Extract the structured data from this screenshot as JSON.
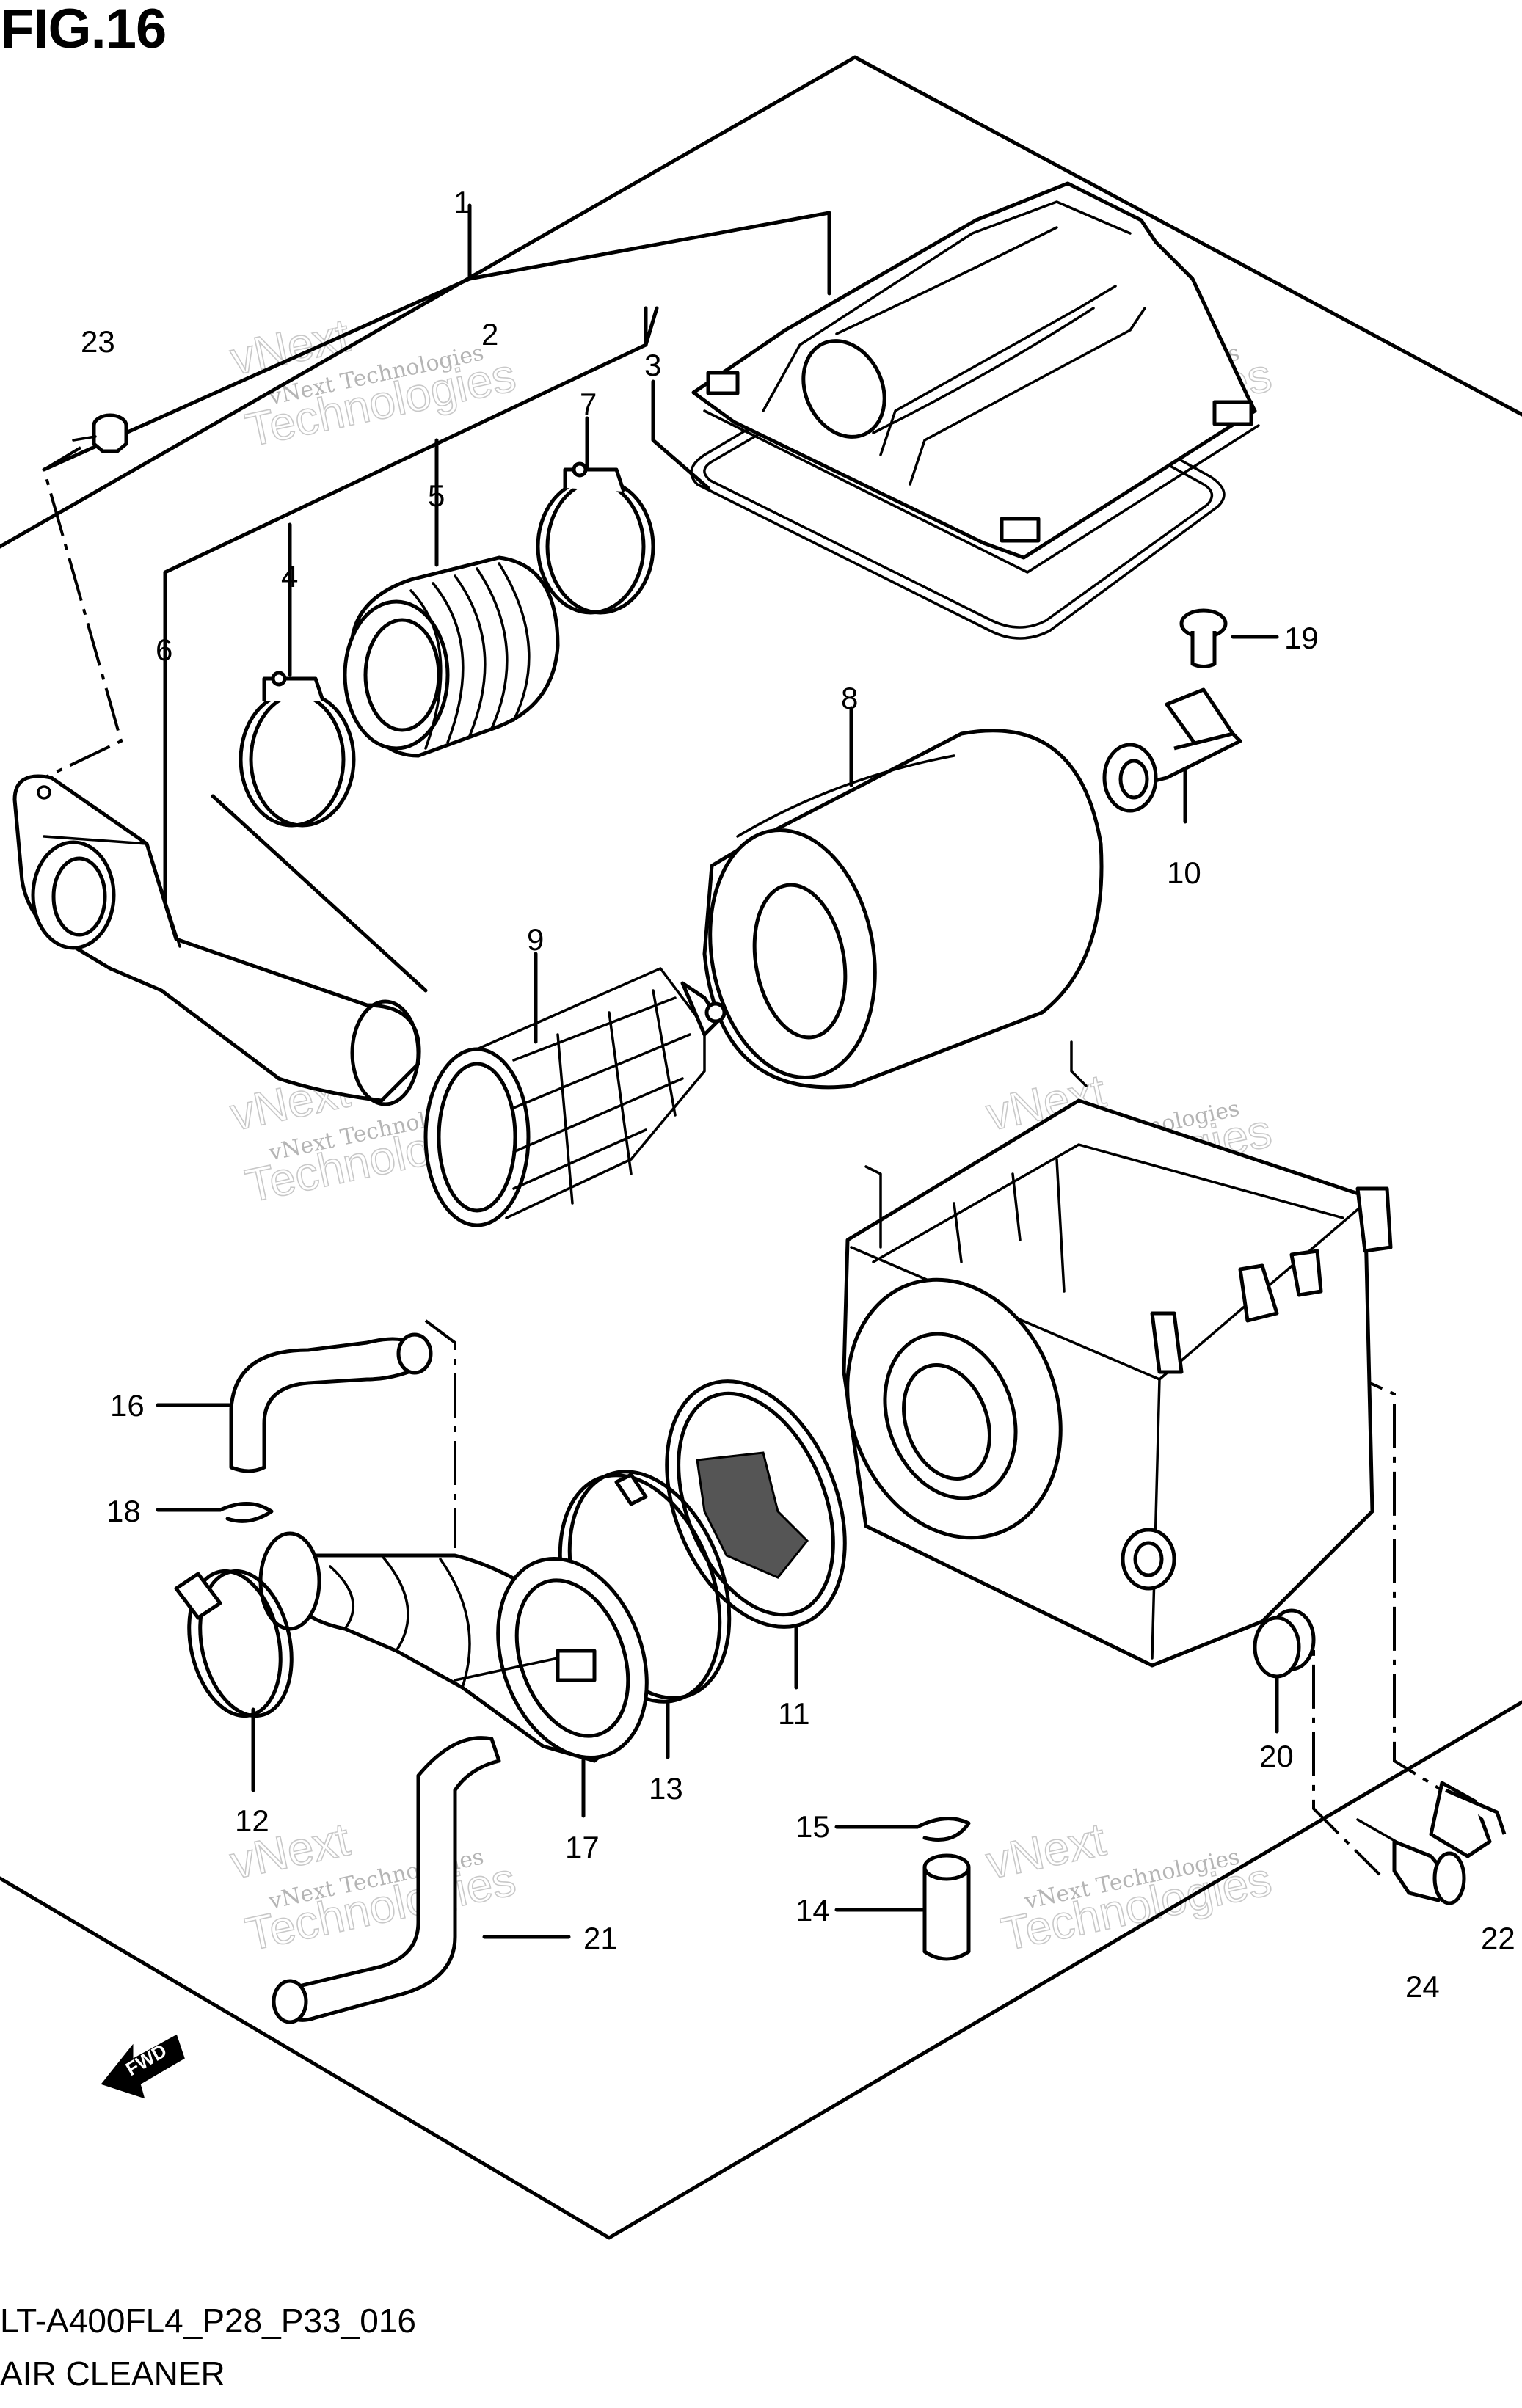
{
  "figure_title": "FIG.16",
  "drawing_code": "LT-A400FL4_P28_P33_016",
  "assembly_name": "AIR CLEANER",
  "watermark": {
    "line1": "vNext",
    "line2": "vNext Technologies",
    "line3": "Technologies"
  },
  "fwd_label": "FWD",
  "parts": [
    {
      "id": "p1",
      "label": "1"
    },
    {
      "id": "p2",
      "label": "2"
    },
    {
      "id": "p3",
      "label": "3"
    },
    {
      "id": "p4",
      "label": "4"
    },
    {
      "id": "p5",
      "label": "5"
    },
    {
      "id": "p6",
      "label": "6"
    },
    {
      "id": "p7",
      "label": "7"
    },
    {
      "id": "p8",
      "label": "8"
    },
    {
      "id": "p9",
      "label": "9"
    },
    {
      "id": "p10",
      "label": "10"
    },
    {
      "id": "p11",
      "label": "11"
    },
    {
      "id": "p12",
      "label": "12"
    },
    {
      "id": "p13",
      "label": "13"
    },
    {
      "id": "p14",
      "label": "14"
    },
    {
      "id": "p15",
      "label": "15"
    },
    {
      "id": "p16",
      "label": "16"
    },
    {
      "id": "p17",
      "label": "17"
    },
    {
      "id": "p18",
      "label": "18"
    },
    {
      "id": "p19",
      "label": "19"
    },
    {
      "id": "p20",
      "label": "20"
    },
    {
      "id": "p21",
      "label": "21"
    },
    {
      "id": "p22",
      "label": "22"
    },
    {
      "id": "p23",
      "label": "23"
    },
    {
      "id": "p24",
      "label": "24"
    }
  ]
}
